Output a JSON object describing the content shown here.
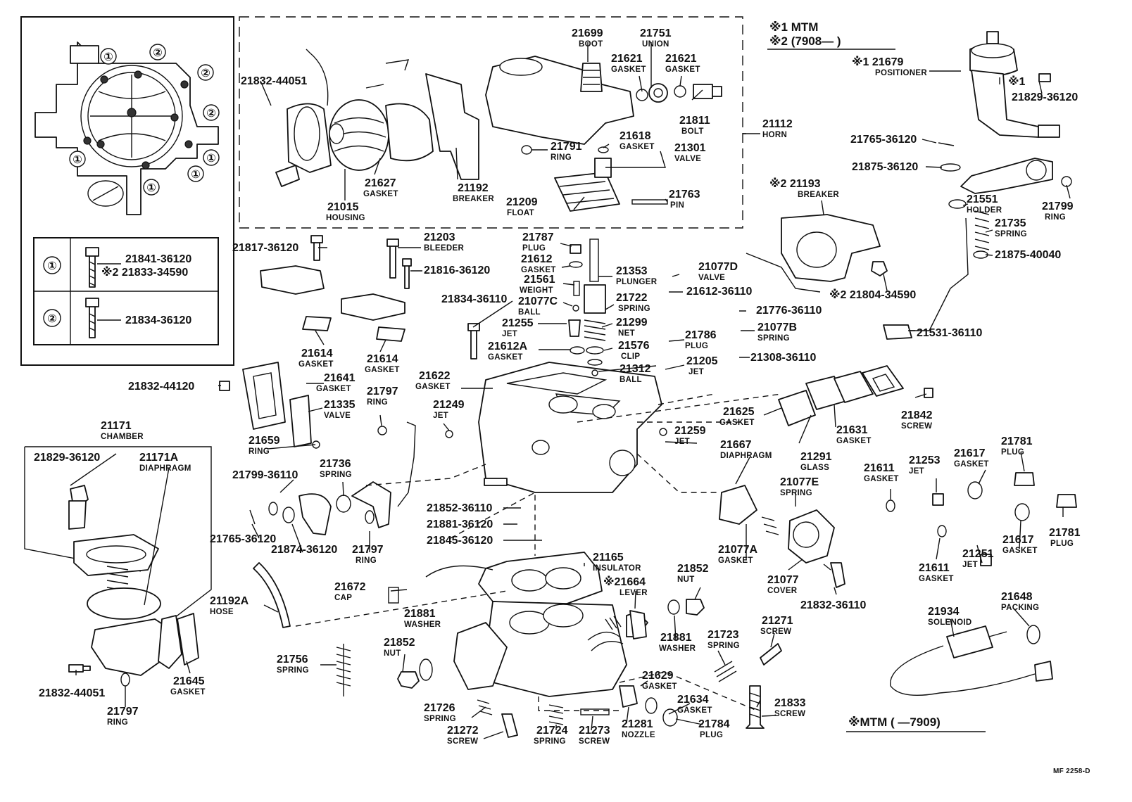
{
  "legend": {
    "note1": "※1 MTM",
    "note2": "※2 (7908—    )",
    "note_mtm": "※MTM (      —7909)",
    "ref": "MF  2258-D"
  },
  "key_table": {
    "row1_symbol": "①",
    "row1_parts": [
      "21841-36120",
      "※2 21833-34590"
    ],
    "row2_symbol": "②",
    "row2_parts": [
      "21834-36120"
    ]
  },
  "inset_marks": [
    "①",
    "①",
    "①",
    "①",
    "①",
    "②",
    "②",
    "②"
  ],
  "labels": [
    {
      "num": "21699",
      "sub": "BOOT"
    },
    {
      "num": "21751",
      "sub": "UNION"
    },
    {
      "num": "21621",
      "sub": "GASKET"
    },
    {
      "num": "21621",
      "sub": "GASKET"
    },
    {
      "num": "21832-44051",
      "sub": ""
    },
    {
      "num": "21811",
      "sub": "BOLT"
    },
    {
      "num": "21112",
      "sub": "HORN"
    },
    {
      "num": "21618",
      "sub": "GASKET"
    },
    {
      "num": "21301",
      "sub": "VALVE"
    },
    {
      "num": "21791",
      "sub": "RING"
    },
    {
      "num": "21627",
      "sub": "GASKET"
    },
    {
      "num": "21015",
      "sub": "HOUSING"
    },
    {
      "num": "21192",
      "sub": "BREAKER"
    },
    {
      "num": "21209",
      "sub": "FLOAT"
    },
    {
      "num": "21763",
      "sub": "PIN"
    },
    {
      "num": "※1 21679",
      "sub": "POSITIONER"
    },
    {
      "num": "※1",
      "sub": ""
    },
    {
      "num": "21829-36120",
      "sub": ""
    },
    {
      "num": "21765-36120",
      "sub": ""
    },
    {
      "num": "21875-36120",
      "sub": ""
    },
    {
      "num": "21551",
      "sub": "HOLDER"
    },
    {
      "num": "21799",
      "sub": "RING"
    },
    {
      "num": "21735",
      "sub": "SPRING"
    },
    {
      "num": "21875-40040",
      "sub": ""
    },
    {
      "num": "※2 21193",
      "sub": "BREAKER"
    },
    {
      "num": "※2 21804-34590",
      "sub": ""
    },
    {
      "num": "21531-36110",
      "sub": ""
    },
    {
      "num": "21817-36120",
      "sub": ""
    },
    {
      "num": "21203",
      "sub": "BLEEDER"
    },
    {
      "num": "21816-36120",
      "sub": ""
    },
    {
      "num": "21787",
      "sub": "PLUG"
    },
    {
      "num": "21612",
      "sub": "GASKET"
    },
    {
      "num": "21353",
      "sub": "PLUNGER"
    },
    {
      "num": "21561",
      "sub": "WEIGHT"
    },
    {
      "num": "21077C",
      "sub": "BALL"
    },
    {
      "num": "21077D",
      "sub": "VALVE"
    },
    {
      "num": "21612-36110",
      "sub": ""
    },
    {
      "num": "21722",
      "sub": "SPRING"
    },
    {
      "num": "21834-36110",
      "sub": ""
    },
    {
      "num": "21255",
      "sub": "JET"
    },
    {
      "num": "21299",
      "sub": "NET"
    },
    {
      "num": "21776-36110",
      "sub": ""
    },
    {
      "num": "21077B",
      "sub": "SPRING"
    },
    {
      "num": "21612A",
      "sub": "GASKET"
    },
    {
      "num": "21576",
      "sub": "CLIP"
    },
    {
      "num": "21786",
      "sub": "PLUG"
    },
    {
      "num": "21312",
      "sub": "BALL"
    },
    {
      "num": "21205",
      "sub": "JET"
    },
    {
      "num": "21308-36110",
      "sub": ""
    },
    {
      "num": "21614",
      "sub": "GASKET"
    },
    {
      "num": "21614",
      "sub": "GASKET"
    },
    {
      "num": "21622",
      "sub": "GASKET"
    },
    {
      "num": "21832-44120",
      "sub": ""
    },
    {
      "num": "21641",
      "sub": "GASKET"
    },
    {
      "num": "21335",
      "sub": "VALVE"
    },
    {
      "num": "21797",
      "sub": "RING"
    },
    {
      "num": "21249",
      "sub": "JET"
    },
    {
      "num": "21625",
      "sub": "GASKET"
    },
    {
      "num": "21842",
      "sub": "SCREW"
    },
    {
      "num": "21631",
      "sub": "GASKET"
    },
    {
      "num": "21291",
      "sub": "GLASS"
    },
    {
      "num": "21259",
      "sub": "JET"
    },
    {
      "num": "21659",
      "sub": "RING"
    },
    {
      "num": "21667",
      "sub": "DIAPHRAGM"
    },
    {
      "num": "21781",
      "sub": "PLUG"
    },
    {
      "num": "21617",
      "sub": "GASKET"
    },
    {
      "num": "21253",
      "sub": "JET"
    },
    {
      "num": "21611",
      "sub": "GASKET"
    },
    {
      "num": "21171",
      "sub": "CHAMBER"
    },
    {
      "num": "21829-36120",
      "sub": ""
    },
    {
      "num": "21171A",
      "sub": "DIAPHRAGM"
    },
    {
      "num": "21799-36110",
      "sub": ""
    },
    {
      "num": "21736",
      "sub": "SPRING"
    },
    {
      "num": "21077E",
      "sub": "SPRING"
    },
    {
      "num": "21765-36120",
      "sub": ""
    },
    {
      "num": "21874-36120",
      "sub": ""
    },
    {
      "num": "21797",
      "sub": "RING"
    },
    {
      "num": "21852-36110",
      "sub": ""
    },
    {
      "num": "21881-36120",
      "sub": ""
    },
    {
      "num": "21845-36120",
      "sub": ""
    },
    {
      "num": "21077A",
      "sub": "GASKET"
    },
    {
      "num": "21781",
      "sub": "PLUG"
    },
    {
      "num": "21617",
      "sub": "GASKET"
    },
    {
      "num": "21251",
      "sub": "JET"
    },
    {
      "num": "21611",
      "sub": "GASKET"
    },
    {
      "num": "21165",
      "sub": "INSULATOR"
    },
    {
      "num": "21852",
      "sub": "NUT"
    },
    {
      "num": "21077",
      "sub": "COVER"
    },
    {
      "num": "※21664",
      "sub": "LEVER"
    },
    {
      "num": "21672",
      "sub": "CAP"
    },
    {
      "num": "21192A",
      "sub": "HOSE"
    },
    {
      "num": "21832-36110",
      "sub": ""
    },
    {
      "num": "21648",
      "sub": "PACKING"
    },
    {
      "num": "21934",
      "sub": "SOLENOID"
    },
    {
      "num": "21881",
      "sub": "WASHER"
    },
    {
      "num": "21881",
      "sub": "WASHER"
    },
    {
      "num": "21723",
      "sub": "SPRING"
    },
    {
      "num": "21271",
      "sub": "SCREW"
    },
    {
      "num": "21852",
      "sub": "NUT"
    },
    {
      "num": "21756",
      "sub": "SPRING"
    },
    {
      "num": "21645",
      "sub": "GASKET"
    },
    {
      "num": "21832-44051",
      "sub": ""
    },
    {
      "num": "21797",
      "sub": "RING"
    },
    {
      "num": "21629",
      "sub": "GASKET"
    },
    {
      "num": "21634",
      "sub": "GASKET"
    },
    {
      "num": "21833",
      "sub": "SCREW"
    },
    {
      "num": "21726",
      "sub": "SPRING"
    },
    {
      "num": "21784",
      "sub": "PLUG"
    },
    {
      "num": "21281",
      "sub": "NOZZLE"
    },
    {
      "num": "21272",
      "sub": "SCREW"
    },
    {
      "num": "21724",
      "sub": "SPRING"
    },
    {
      "num": "21273",
      "sub": "SCREW"
    }
  ]
}
